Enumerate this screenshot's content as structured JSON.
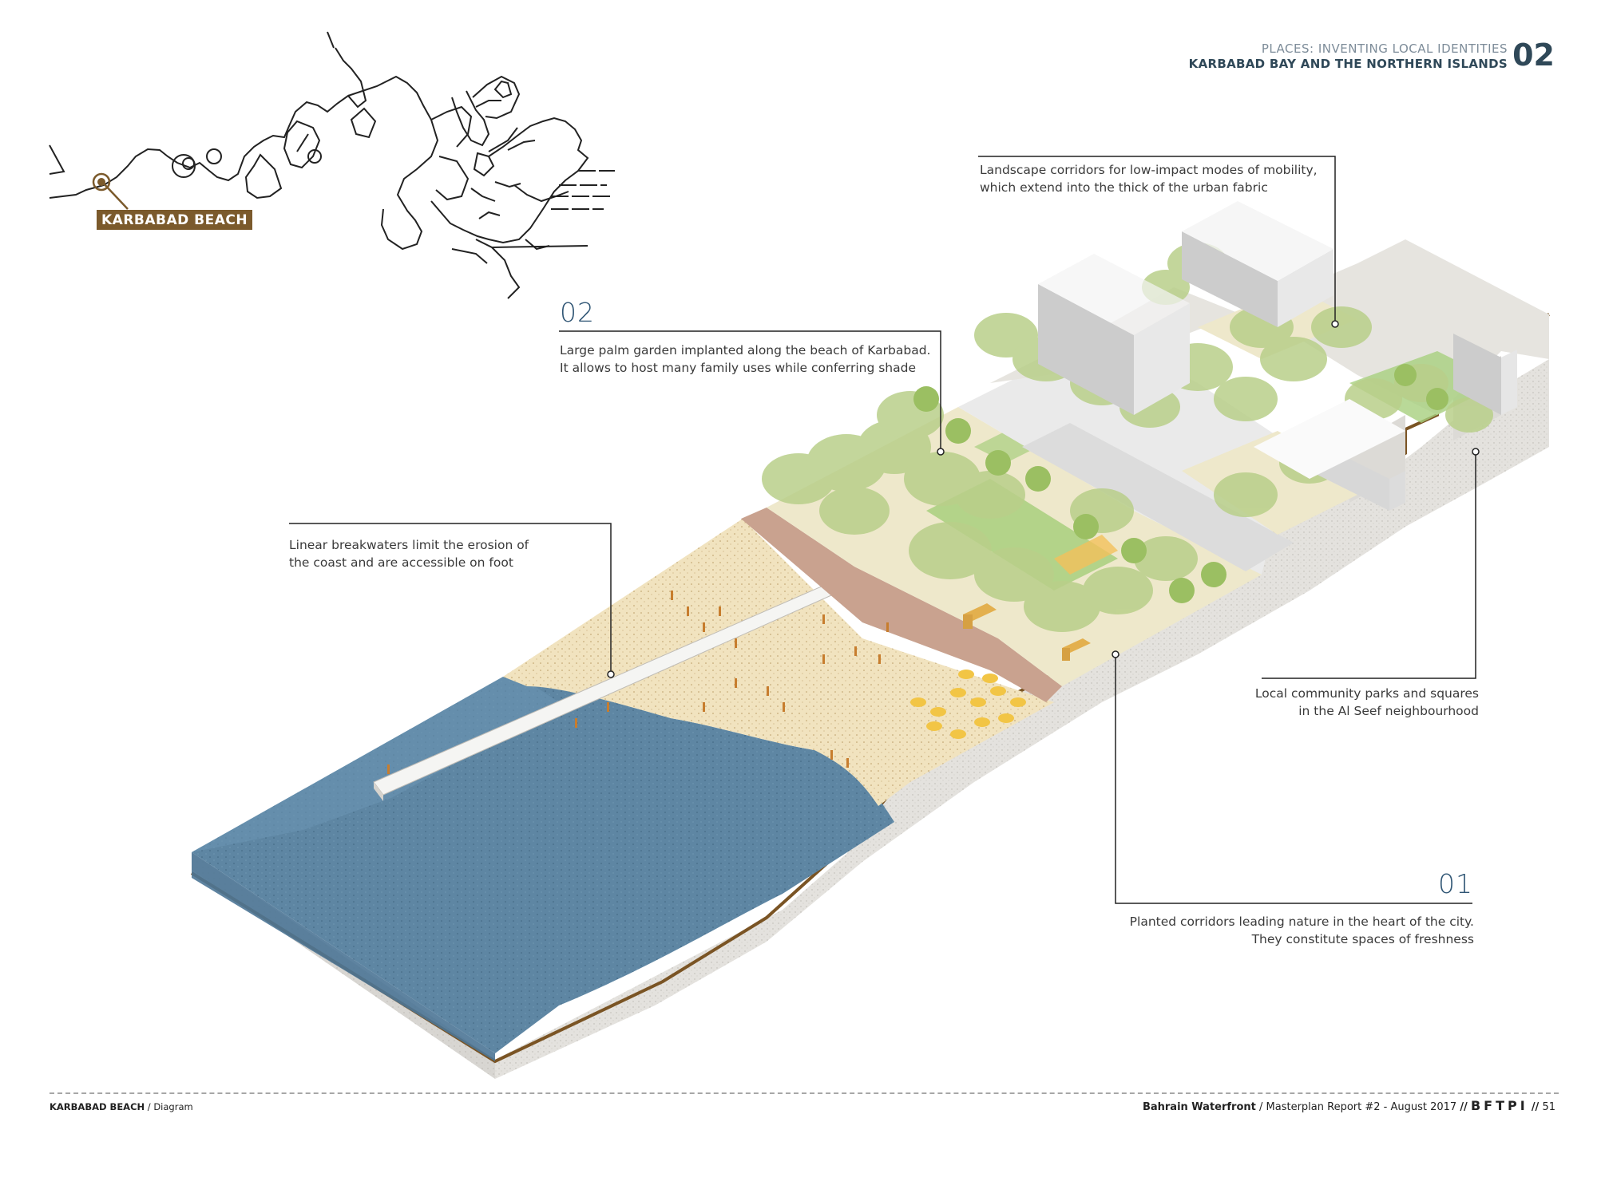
{
  "header": {
    "subtitle": "PLACES: INVENTING LOCAL IDENTITIES",
    "title": "KARBABAD BAY AND THE NORTHERN ISLANDS",
    "chapter": "02"
  },
  "map": {
    "location_label": "KARBABAD BEACH"
  },
  "annotations": {
    "landscape_corridors": [
      "Landscape corridors for low-impact modes of mobility,",
      "which extend into the thick of the urban fabric"
    ],
    "palm_garden_number": "02",
    "palm_garden": [
      "Large palm garden implanted along the beach of Karbabad.",
      "It allows to host many family uses while conferring shade"
    ],
    "breakwaters": [
      "Linear breakwaters limit the erosion of",
      "the coast and are accessible on foot"
    ],
    "community_parks": [
      "Local community parks and squares",
      "in the Al Seef neighbourhood"
    ],
    "planted_corridors_number": "01",
    "planted_corridors": [
      "Planted corridors leading nature in the heart of the city.",
      "They constitute spaces of freshness"
    ]
  },
  "footer": {
    "left_bold": "KARBABAD BEACH",
    "left_rest": " / Diagram",
    "right_bold": "Bahrain Waterfront",
    "right_rest": " / Masterplan Report #2 - August 2017 ",
    "sep1": "//",
    "logo": "BFTPI",
    "sep2": "//",
    "page": "51"
  },
  "colors": {
    "water": "#5e86a3",
    "sand": "#f1e3bf",
    "ground": "#e4e2de",
    "soil_line": "#7a5424",
    "trees": "#b9cf8a",
    "grass": "#a8cf7e",
    "buildings": "#c9c9c9",
    "promenade": "#c9a28f",
    "people": "#c77d2e",
    "parasols": "#f2c545",
    "accent": "#2f4858",
    "label_bg": "#7b5a2c"
  }
}
